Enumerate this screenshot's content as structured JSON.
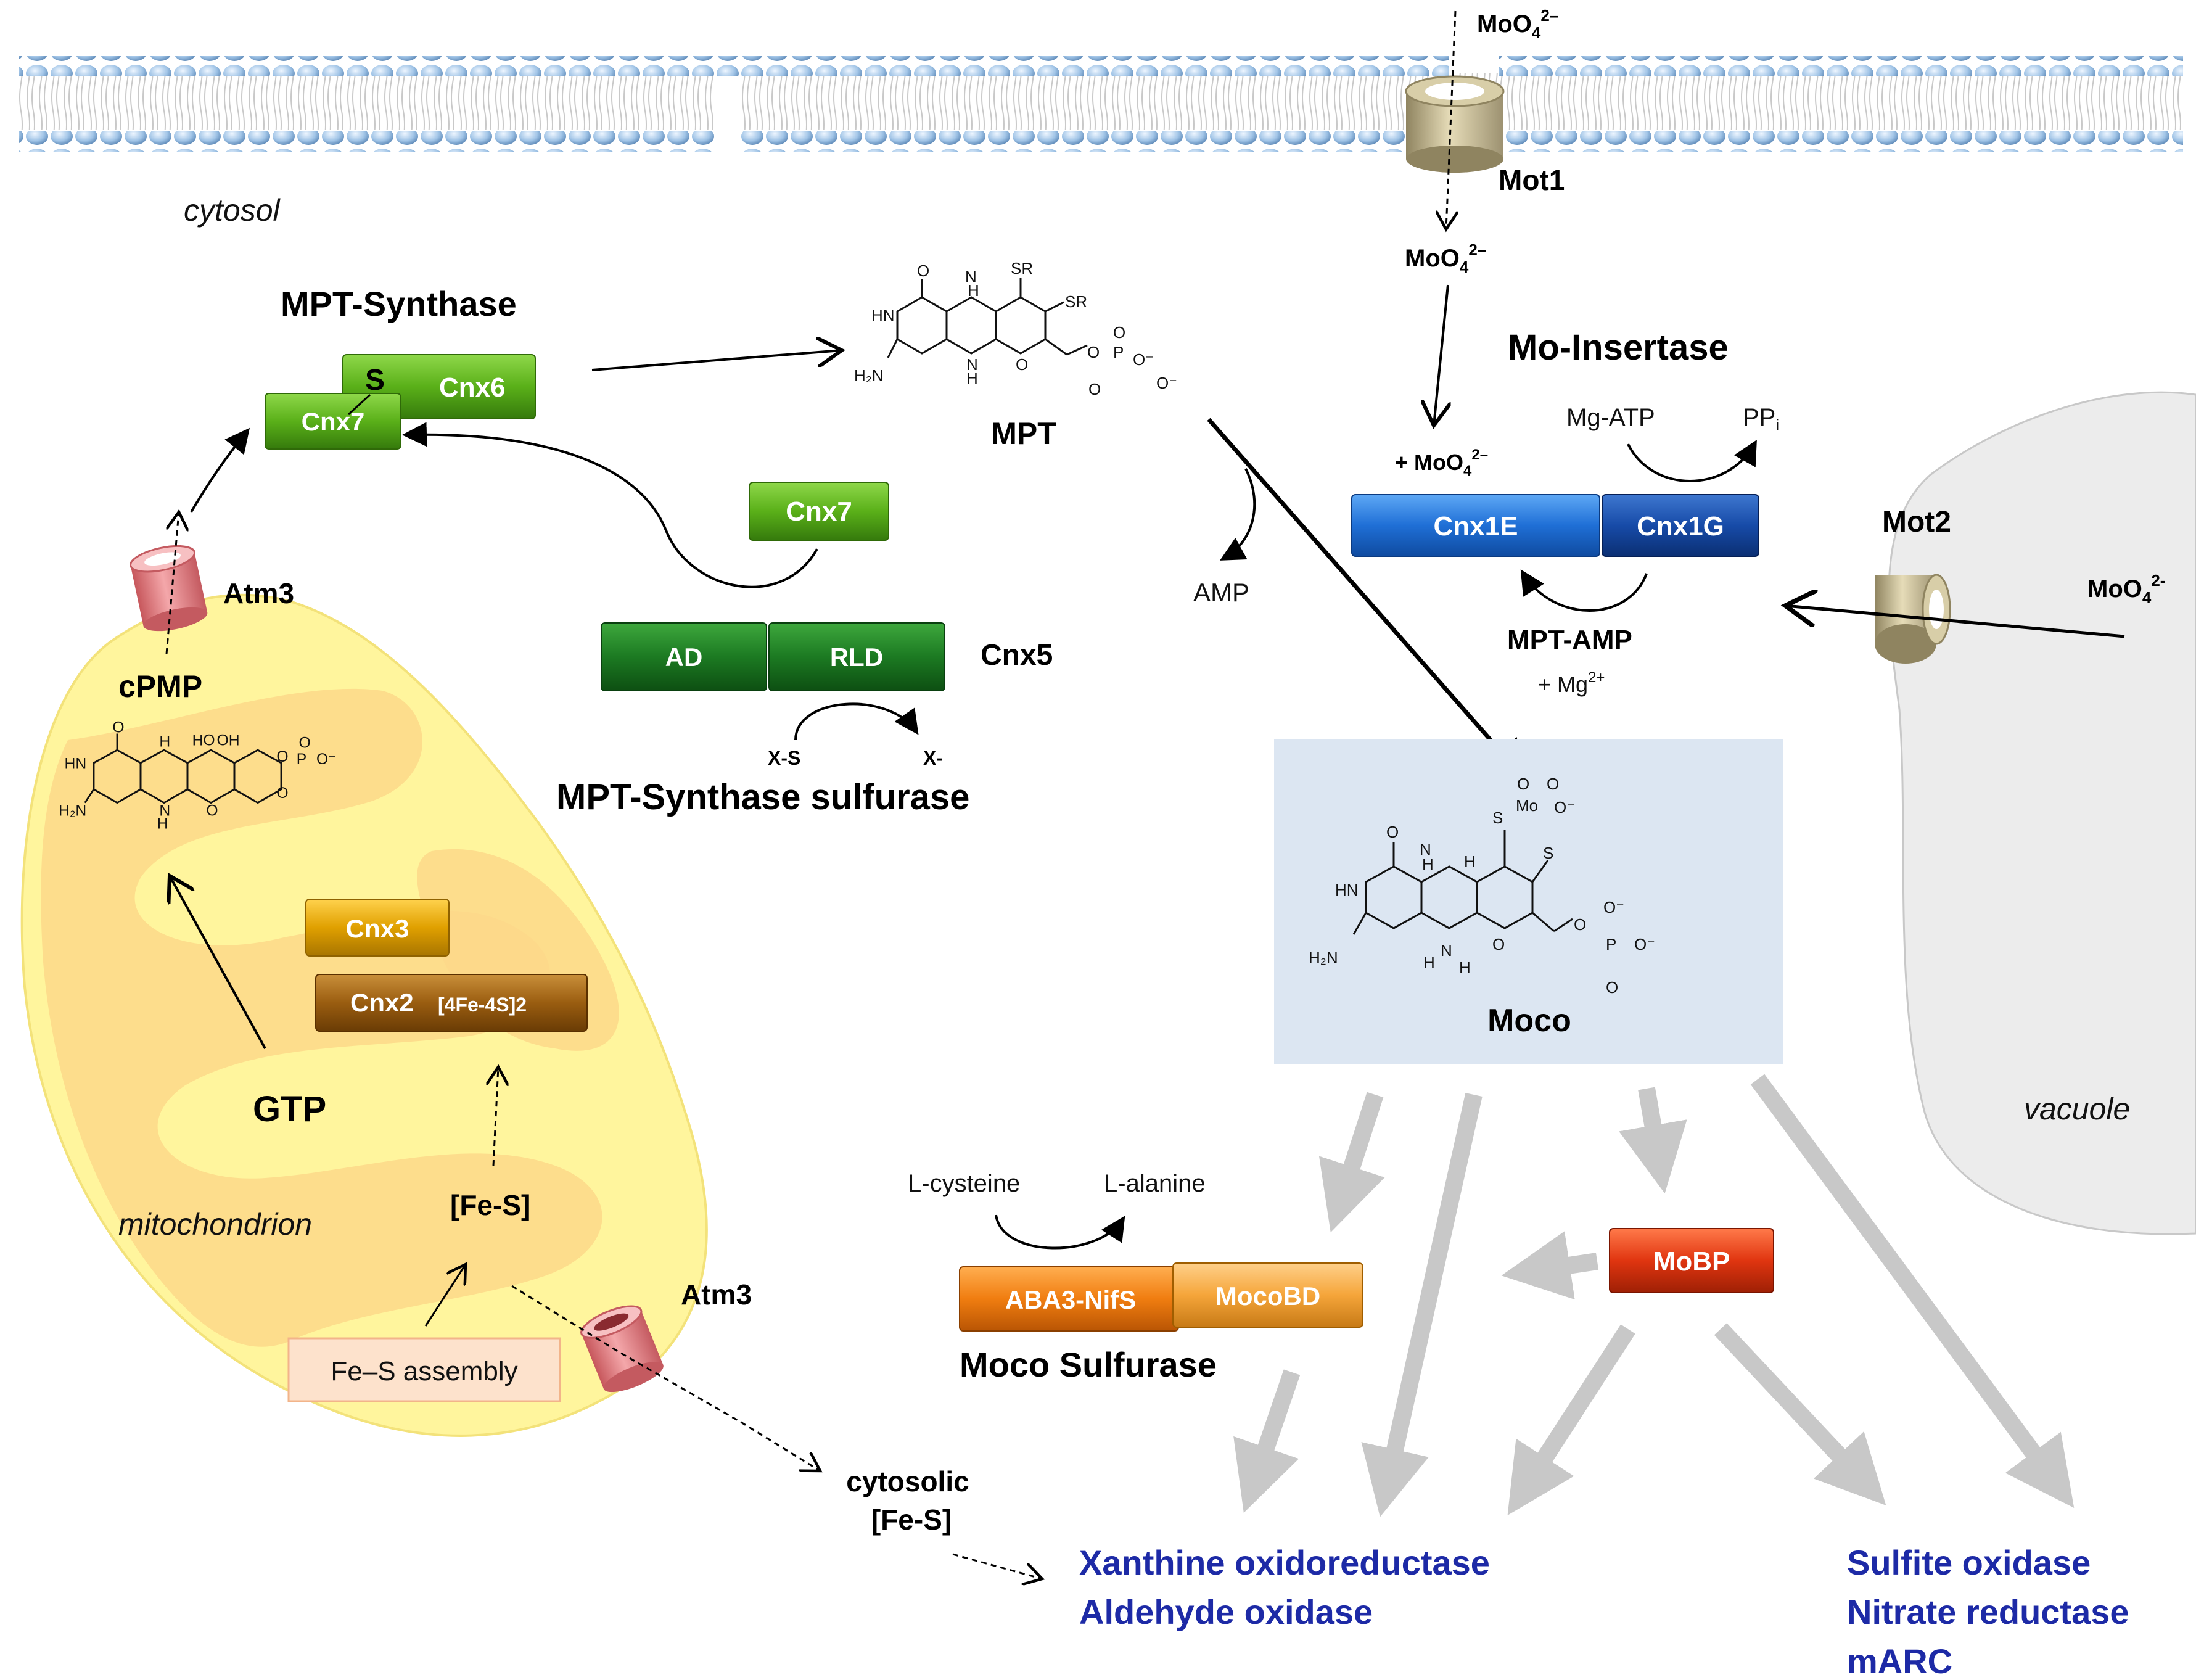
{
  "membrane": {
    "mot1_label": "Mot1",
    "molybdate_out": "MoO4 2–",
    "molybdate_in": "MoO4 2–"
  },
  "compartments": {
    "cytosol": "cytosol",
    "mitochondrion": "mitochondrion",
    "vacuole": "vacuole"
  },
  "mpt_synthase": {
    "title": "MPT-Synthase",
    "cnx6": "Cnx6",
    "cnx7": "Cnx7",
    "sulfur": "S",
    "free_cnx7": "Cnx7"
  },
  "sulfurase": {
    "ad": "AD",
    "rld": "RLD",
    "cnx5": "Cnx5",
    "xs": "X-S",
    "x": "X-",
    "title": "MPT-Synthase sulfurase"
  },
  "mpt": {
    "label": "MPT",
    "sr1": "SR",
    "sr2": "SR",
    "amp": "AMP"
  },
  "mo_insertase": {
    "title": "Mo-Insertase",
    "molybdate": "+ MoO4 2–",
    "mgatp": "Mg-ATP",
    "ppi": "PPi",
    "cnx1e": "Cnx1E",
    "cnx1g": "Cnx1G",
    "mptamp": "MPT-AMP",
    "mg": "+ Mg2+"
  },
  "vacuole": {
    "mot2": "Mot2",
    "molybdate": "MoO4 2-"
  },
  "mitochondrion": {
    "atm3_top": "Atm3",
    "cpmp": "cPMP",
    "cnx3": "Cnx3",
    "cnx2": "Cnx2",
    "cnx2_cluster": "[4Fe-4S]2",
    "gtp": "GTP",
    "fes": "[Fe-S]",
    "fes_assembly": "Fe–S assembly",
    "atm3_bottom": "Atm3"
  },
  "cytosolic_fes": {
    "line1": "cytosolic",
    "line2": "[Fe-S]"
  },
  "moco": {
    "label": "Moco"
  },
  "moco_sulfurase": {
    "lcys": "L-cysteine",
    "lala": "L-alanine",
    "aba3": "ABA3-NifS",
    "mocobd": "MocoBD",
    "title": "Moco Sulfurase"
  },
  "mobp": {
    "label": "MoBP"
  },
  "enzymes": {
    "left": [
      "Xanthine oxidoreductase",
      "Aldehyde oxidase"
    ],
    "right": [
      "Sulfite oxidase",
      "Nitrate reductase",
      "mARC"
    ]
  },
  "colors": {
    "mitochondrion": "#fff59d",
    "cristae": "#fdd88a",
    "vacuole": "#ececec",
    "moco_box": "#dce6f2",
    "green": "#5ab019",
    "dark_green": "#1c7a22",
    "blue": "#1f6fd6",
    "dark_blue": "#174ba8",
    "orange": "#f07d10",
    "red": "#e03510",
    "gold": "#e0a000",
    "brown": "#9a5d10",
    "enzyme_text": "#1d2aa6",
    "gray_arrow": "#c8c8c8"
  }
}
